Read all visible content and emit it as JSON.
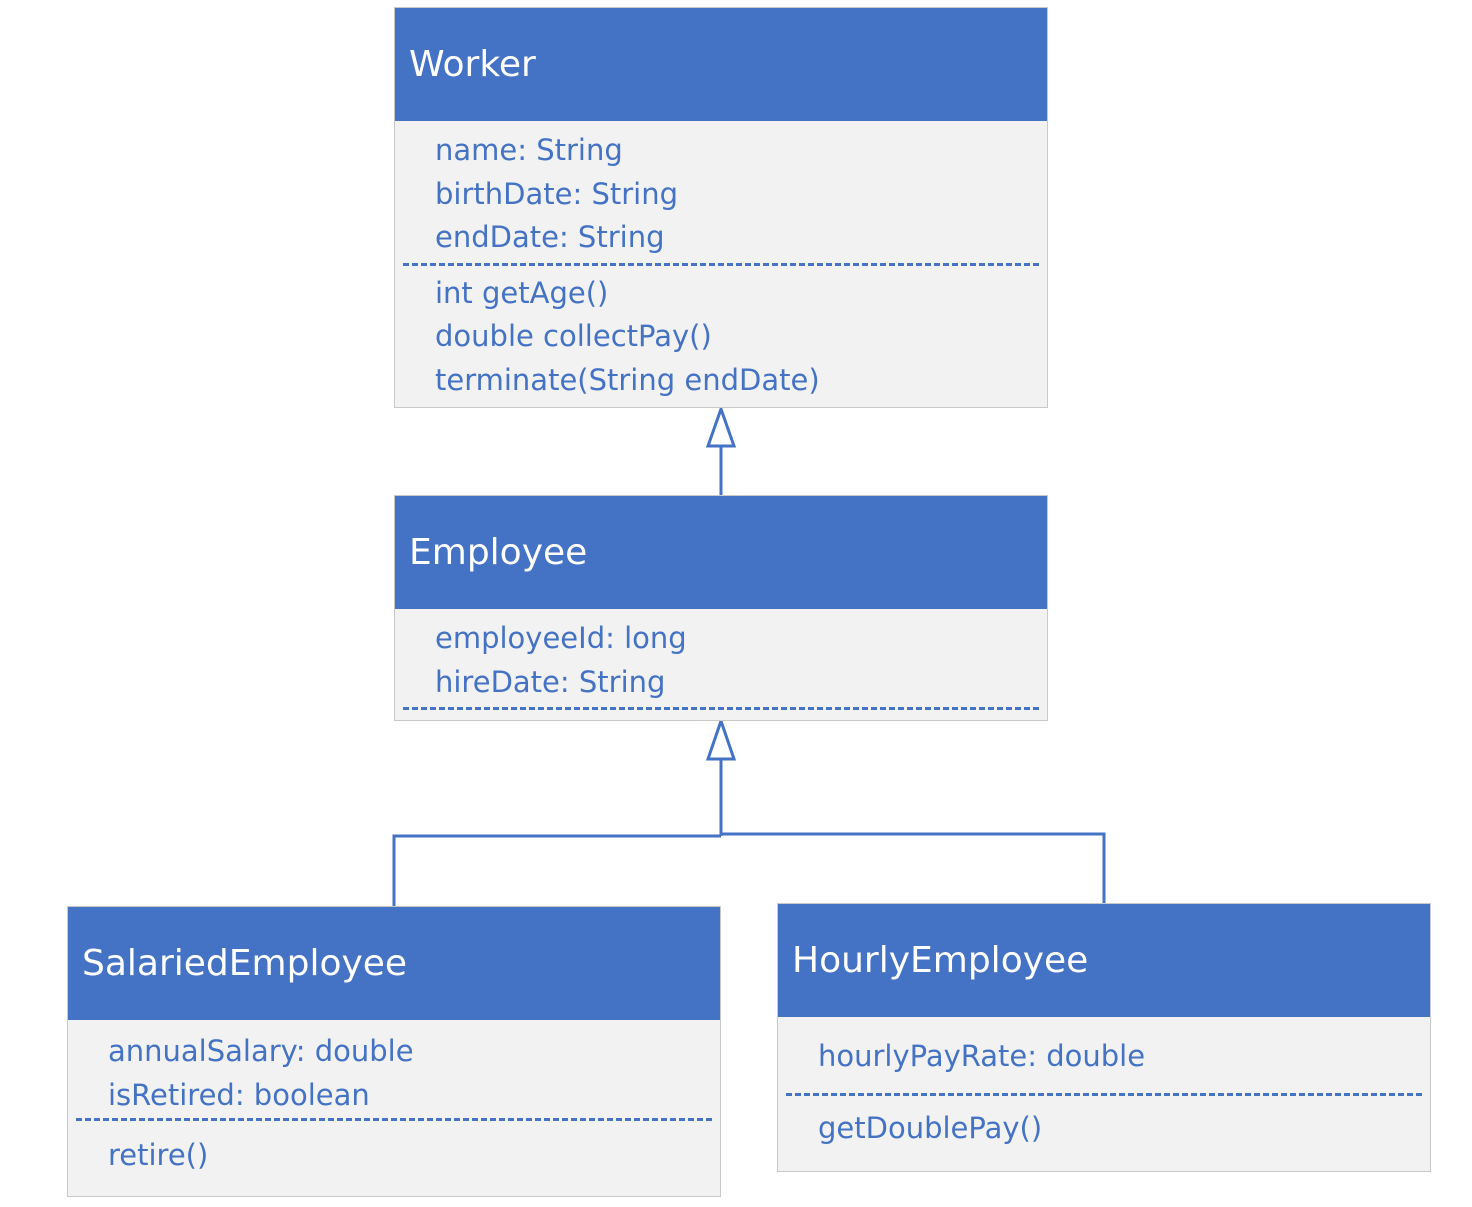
{
  "classes": {
    "worker": {
      "name": "Worker",
      "attributes": [
        "name: String",
        "birthDate: String",
        "endDate: String"
      ],
      "methods": [
        "int getAge()",
        "double collectPay()",
        "terminate(String endDate)"
      ]
    },
    "employee": {
      "name": "Employee",
      "attributes": [
        "employeeId: long",
        "hireDate: String"
      ],
      "methods": []
    },
    "salaried_employee": {
      "name": "SalariedEmployee",
      "attributes": [
        "annualSalary: double",
        "isRetired: boolean"
      ],
      "methods": [
        "retire()"
      ]
    },
    "hourly_employee": {
      "name": "HourlyEmployee",
      "attributes": [
        "hourlyPayRate: double"
      ],
      "methods": [
        "getDoublePay()"
      ]
    }
  },
  "relations": [
    {
      "type": "generalization",
      "from": "Employee",
      "to": "Worker"
    },
    {
      "type": "generalization",
      "from": "SalariedEmployee",
      "to": "Employee"
    },
    {
      "type": "generalization",
      "from": "HourlyEmployee",
      "to": "Employee"
    }
  ],
  "colors": {
    "header_fill": "#4472c4",
    "body_fill": "#f2f2f2",
    "text": "#4472c4",
    "border": "#c9c9c9",
    "connector": "#4472c4"
  }
}
